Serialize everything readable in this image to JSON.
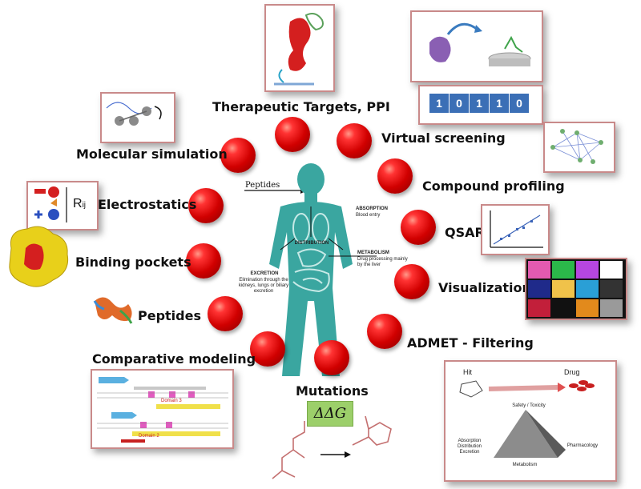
{
  "labels": {
    "therapeutic": "Therapeutic Targets, PPI",
    "virtual": "Virtual screening",
    "compound": "Compound profiling",
    "qsar": "QSAR",
    "visualization": "Visualization",
    "admet": "ADMET - Filtering",
    "mutations": "Mutations",
    "comparative": "Comparative modeling",
    "peptides": "Peptides",
    "binding": "Binding pockets",
    "electrostatics": "Electrostatics",
    "molecular": "Molecular simulation"
  },
  "body_text": {
    "peptides_arrow": "Peptides",
    "absorption_title": "ABSORPTION",
    "absorption_desc": "Blood entry",
    "distribution": "DISTRIBUTION",
    "metabolism_title": "METABOLISM",
    "metabolism_desc": "Drug processing mainly by the liver",
    "excretion_title": "EXCRETION",
    "excretion_desc": "Elimination through the kidneys, lungs or biliary excretion"
  },
  "binary_digits": [
    "1",
    "0",
    "1",
    "1",
    "0"
  ],
  "electrostatics_symbol": "R",
  "electrostatics_sub": "ij",
  "ddg": "ΔΔG",
  "admet_card": {
    "hit": "Hit",
    "drug": "Drug",
    "safety": "Safety / Toxicity",
    "adme": "Absorption Distribution Excretion",
    "pharmacology": "Pharmacology",
    "metabolism": "Metabolism"
  },
  "comparative_card": {
    "domain_a": "Domain 3",
    "domain_b": "Domain 2"
  },
  "colors": {
    "ball": "#d10000",
    "body": "#3aa6a0",
    "card_border": "#c98a8a",
    "binary_box": "#3b6fb6"
  }
}
